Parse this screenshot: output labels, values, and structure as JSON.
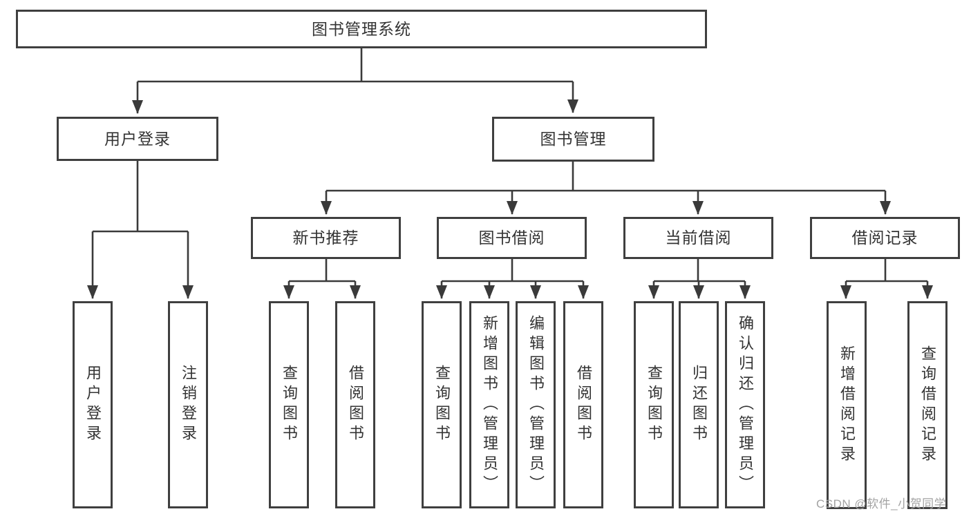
{
  "diagram_title": "图书管理系统",
  "tree": {
    "label": "图书管理系统",
    "children": [
      {
        "label": "用户登录",
        "children": [
          {
            "label": "用户登录"
          },
          {
            "label": "注销登录"
          }
        ]
      },
      {
        "label": "图书管理",
        "children": [
          {
            "label": "新书推荐",
            "children": [
              {
                "label": "查询图书"
              },
              {
                "label": "借阅图书"
              }
            ]
          },
          {
            "label": "图书借阅",
            "children": [
              {
                "label": "查询图书"
              },
              {
                "label": "新增图书（管理员）"
              },
              {
                "label": "编辑图书（管理员）"
              },
              {
                "label": "借阅图书"
              }
            ]
          },
          {
            "label": "当前借阅",
            "children": [
              {
                "label": "查询图书"
              },
              {
                "label": "归还图书"
              },
              {
                "label": "确认归还（管理员）"
              }
            ]
          },
          {
            "label": "借阅记录",
            "children": [
              {
                "label": "新增借阅记录"
              },
              {
                "label": "查询借阅记录"
              }
            ]
          }
        ]
      }
    ]
  },
  "watermark": {
    "text": "CSDN @软件_小贺同学"
  },
  "colors": {
    "line": "#3a3a3a",
    "box_border": "#3f3f3f",
    "box_fill": "#ffffff",
    "text": "#333333",
    "watermark": "#a3a3a3",
    "background": "#ffffff"
  }
}
